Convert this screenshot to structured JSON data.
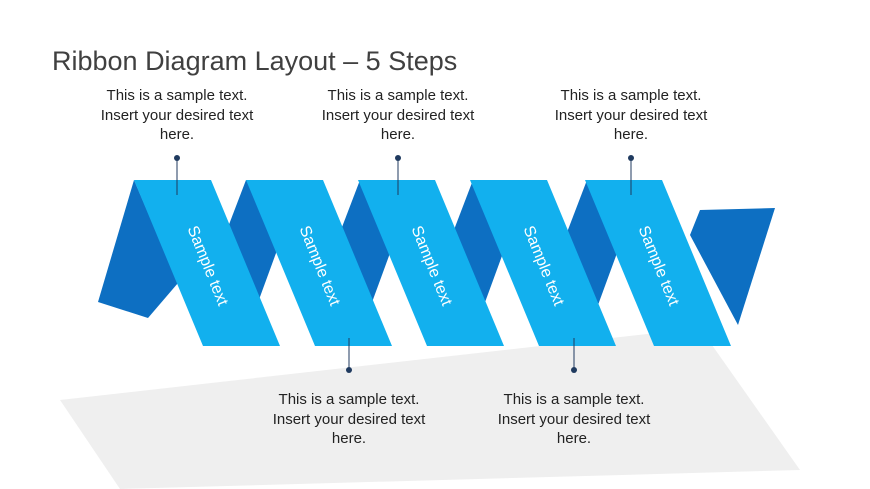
{
  "slide": {
    "title": "Ribbon Diagram Layout – 5 Steps"
  },
  "colors": {
    "ribbon_light": "#12B0EE",
    "ribbon_dark": "#0D6FC2",
    "ribbon_shadow": "#EBEBEB",
    "marker": "#1F3A5F",
    "text": "#222222",
    "title": "#404040"
  },
  "callouts_top": [
    {
      "line1": "This is a sample text.",
      "line2": "Insert your desired text",
      "line3": "here."
    },
    {
      "line1": "This is a sample text.",
      "line2": "Insert your desired text",
      "line3": "here."
    },
    {
      "line1": "This is a sample text.",
      "line2": "Insert your desired text",
      "line3": "here."
    }
  ],
  "callouts_bottom": [
    {
      "line1": "This is a sample text.",
      "line2": "Insert your desired text",
      "line3": "here."
    },
    {
      "line1": "This is a sample text.",
      "line2": "Insert your desired text",
      "line3": "here."
    }
  ],
  "steps": [
    {
      "label": "Sample text"
    },
    {
      "label": "Sample text"
    },
    {
      "label": "Sample text"
    },
    {
      "label": "Sample text"
    },
    {
      "label": "Sample text"
    }
  ]
}
